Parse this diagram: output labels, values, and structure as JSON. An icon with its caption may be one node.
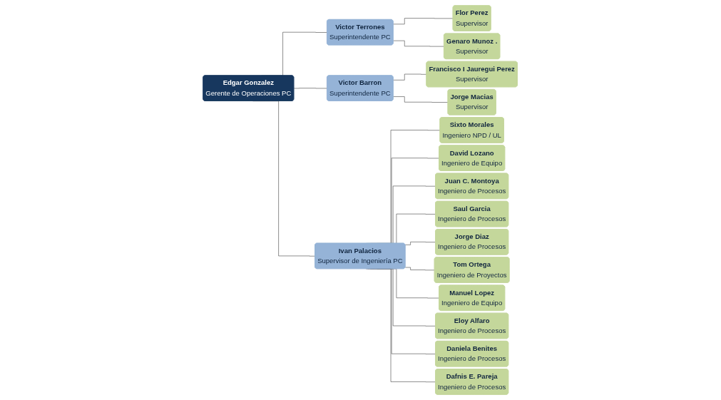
{
  "diagram": {
    "nodes": [
      {
        "text": [
          "Edgar Gonzalez",
          "Gerente de Operaciones PC"
        ]
      },
      {
        "text": [
          "Victor Terrones",
          "Superintendente PC"
        ]
      },
      {
        "text": [
          "Victor Barron",
          "Superintendente PC"
        ]
      },
      {
        "text": [
          "Ivan Palacios",
          "Supervisor de Ingeniería PC"
        ]
      },
      {
        "text": [
          "Flor Perez",
          "Supervisor"
        ]
      },
      {
        "text": [
          "Genaro Munoz .",
          "Supervisor"
        ]
      },
      {
        "text": [
          "Francisco I Jauregui Perez",
          "Supervisor"
        ]
      },
      {
        "text": [
          "Jorge Macias",
          "Supervisor"
        ]
      },
      {
        "text": [
          "Sixto Morales",
          "Ingeniero NPD / UL"
        ]
      },
      {
        "text": [
          "David Lozano",
          "Ingeniero de Equipo"
        ]
      },
      {
        "text": [
          "Juan C. Montoya",
          "Ingeniero de Procesos"
        ]
      },
      {
        "text": [
          "Saul Garcia",
          "Ingeniero de Procesos"
        ]
      },
      {
        "text": [
          "Jorge Diaz",
          "Ingeniero de Procesos"
        ]
      },
      {
        "text": [
          "Tom Ortega",
          "Ingeniero de Proyectos"
        ]
      },
      {
        "text": [
          "Manuel Lopez",
          "Ingeniero de Equipo"
        ]
      },
      {
        "text": [
          "Eloy Alfaro",
          "Ingeniero de Procesos"
        ]
      },
      {
        "text": [
          "Daniela Benites",
          "Ingeniero de Procesos"
        ]
      },
      {
        "text": [
          "Dafnis E. Pareja",
          "Ingeniero de Procesos"
        ]
      }
    ],
    "edges": [
      {
        "from": 0,
        "to": 1,
        "arrow": "none"
      },
      {
        "from": 0,
        "to": 2,
        "arrow": "none"
      },
      {
        "from": 0,
        "to": 3,
        "arrow": "none"
      },
      {
        "from": 1,
        "to": 4,
        "arrow": "none"
      },
      {
        "from": 1,
        "to": 5,
        "arrow": "none"
      },
      {
        "from": 2,
        "to": 6,
        "arrow": "none"
      },
      {
        "from": 2,
        "to": 7,
        "arrow": "none"
      },
      {
        "from": 3,
        "to": 8,
        "arrow": "none"
      },
      {
        "from": 3,
        "to": 9,
        "arrow": "none"
      },
      {
        "from": 3,
        "to": 10,
        "arrow": "none"
      },
      {
        "from": 3,
        "to": 11,
        "arrow": "none"
      },
      {
        "from": 3,
        "to": 12,
        "arrow": "none"
      },
      {
        "from": 3,
        "to": 13,
        "arrow": "none"
      },
      {
        "from": 3,
        "to": 14,
        "arrow": "none"
      },
      {
        "from": 3,
        "to": 15,
        "arrow": "none"
      },
      {
        "from": 3,
        "to": 16,
        "arrow": "none"
      },
      {
        "from": 3,
        "to": 17,
        "arrow": "none"
      }
    ]
  }
}
